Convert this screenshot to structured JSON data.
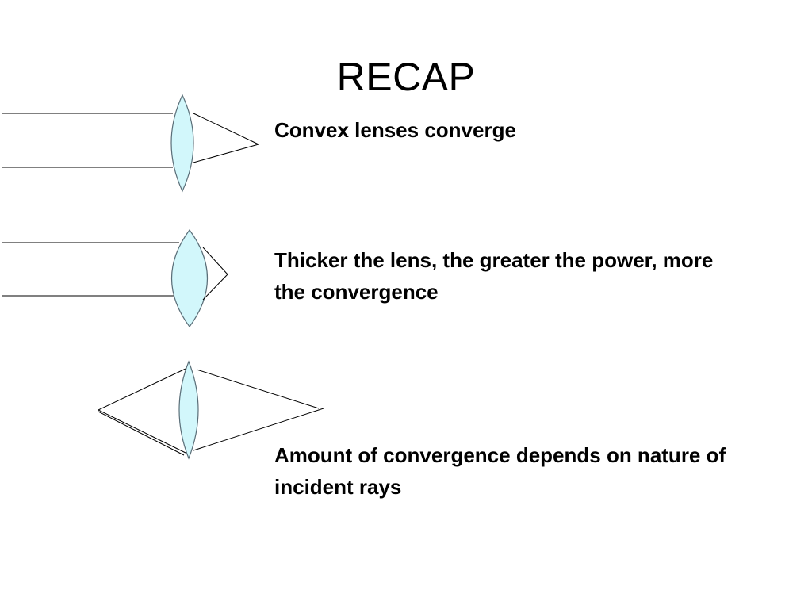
{
  "title": "RECAP",
  "captions": [
    {
      "lines": [
        "Convex lenses converge"
      ]
    },
    {
      "lines": [
        "Thicker the lens, the greater the power, more",
        "the convergence"
      ]
    },
    {
      "lines": [
        "Amount of convergence depends on nature of",
        "incident rays"
      ]
    }
  ],
  "colors": {
    "lens_fill": "#d2f7fb",
    "lens_stroke": "#5a6e78",
    "ray": "#000000",
    "text": "#000000"
  }
}
